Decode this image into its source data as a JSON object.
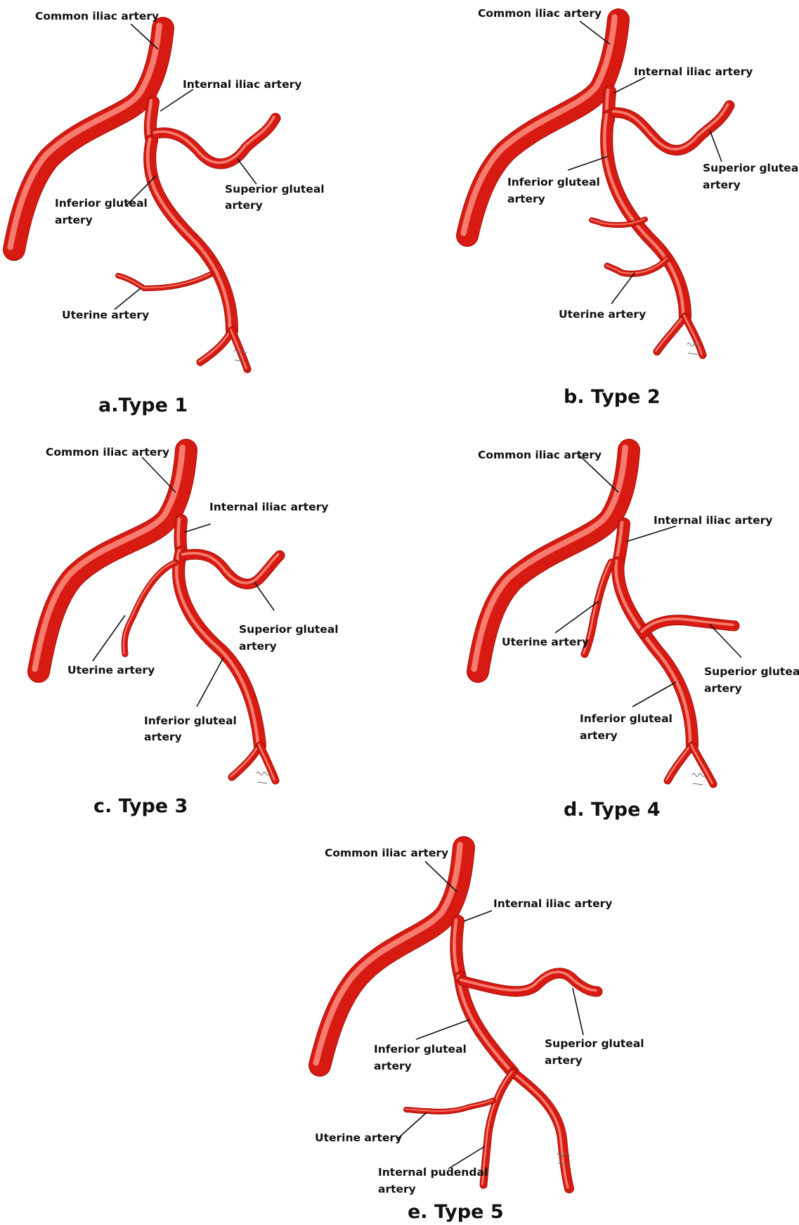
{
  "colors": {
    "artery": "#d81b12",
    "artery_dark": "#a30d08",
    "artery_highlight": "#ff9d8f",
    "text": "#111111",
    "background": "#ffffff"
  },
  "panels": [
    {
      "caption": "a.Type 1",
      "labels": {
        "common_iliac": "Common iliac artery",
        "internal_iliac": "Internal iliac artery",
        "superior_gluteal_1": "Superior gluteal",
        "superior_gluteal_2": "artery",
        "inferior_gluteal_1": "Inferior gluteal",
        "inferior_gluteal_2": "artery",
        "uterine": "Uterine artery"
      }
    },
    {
      "caption": "b. Type 2",
      "labels": {
        "common_iliac": "Common iliac artery",
        "internal_iliac": "Internal iliac artery",
        "superior_gluteal_1": "Superior gluteal",
        "superior_gluteal_2": "artery",
        "inferior_gluteal_1": "Inferior gluteal",
        "inferior_gluteal_2": "artery",
        "uterine": "Uterine artery"
      }
    },
    {
      "caption": "c. Type 3",
      "labels": {
        "common_iliac": "Common iliac artery",
        "internal_iliac": "Internal iliac artery",
        "superior_gluteal_1": "Superior gluteal",
        "superior_gluteal_2": "artery",
        "uterine": "Uterine artery",
        "inferior_gluteal_1": "Inferior gluteal",
        "inferior_gluteal_2": "artery"
      }
    },
    {
      "caption": "d. Type 4",
      "labels": {
        "common_iliac": "Common iliac artery",
        "internal_iliac": "Internal iliac artery",
        "uterine": "Uterine artery",
        "superior_gluteal_1": "Superior gluteal",
        "superior_gluteal_2": "artery",
        "inferior_gluteal_1": "Inferior gluteal",
        "inferior_gluteal_2": "artery"
      }
    },
    {
      "caption": "e. Type 5",
      "labels": {
        "common_iliac": "Common iliac artery",
        "internal_iliac": "Internal iliac artery",
        "inferior_gluteal_1": "Inferior gluteal",
        "inferior_gluteal_2": "artery",
        "superior_gluteal_1": "Superior gluteal",
        "superior_gluteal_2": "artery",
        "uterine": "Uterine artery",
        "internal_pudendal_1": "Internal pudendal",
        "internal_pudendal_2": "artery"
      }
    }
  ]
}
